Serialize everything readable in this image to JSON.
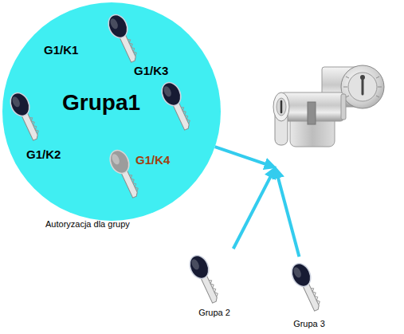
{
  "diagram": {
    "nodes": [
      {
        "text": [
          "Grupa1",
          "Autoryzacja dla grupy"
        ]
      },
      {
        "text": [
          "G1/K1"
        ],
        "in": 0
      },
      {
        "text": [
          "G1/K3"
        ],
        "in": 0
      },
      {
        "text": [
          "G1/K2"
        ],
        "in": 0
      },
      {
        "text": [
          "G1/K4"
        ],
        "in": 0
      },
      {
        "text": [
          "Grupa 2"
        ]
      },
      {
        "text": [
          "Grupa 3"
        ]
      },
      {
        "text": []
      }
    ],
    "edges": [
      {
        "from": 0,
        "to": 7,
        "arrow": "to"
      },
      {
        "from": 5,
        "to": 7,
        "arrow": "to"
      },
      {
        "from": 6,
        "to": 7,
        "arrow": "to"
      }
    ]
  }
}
